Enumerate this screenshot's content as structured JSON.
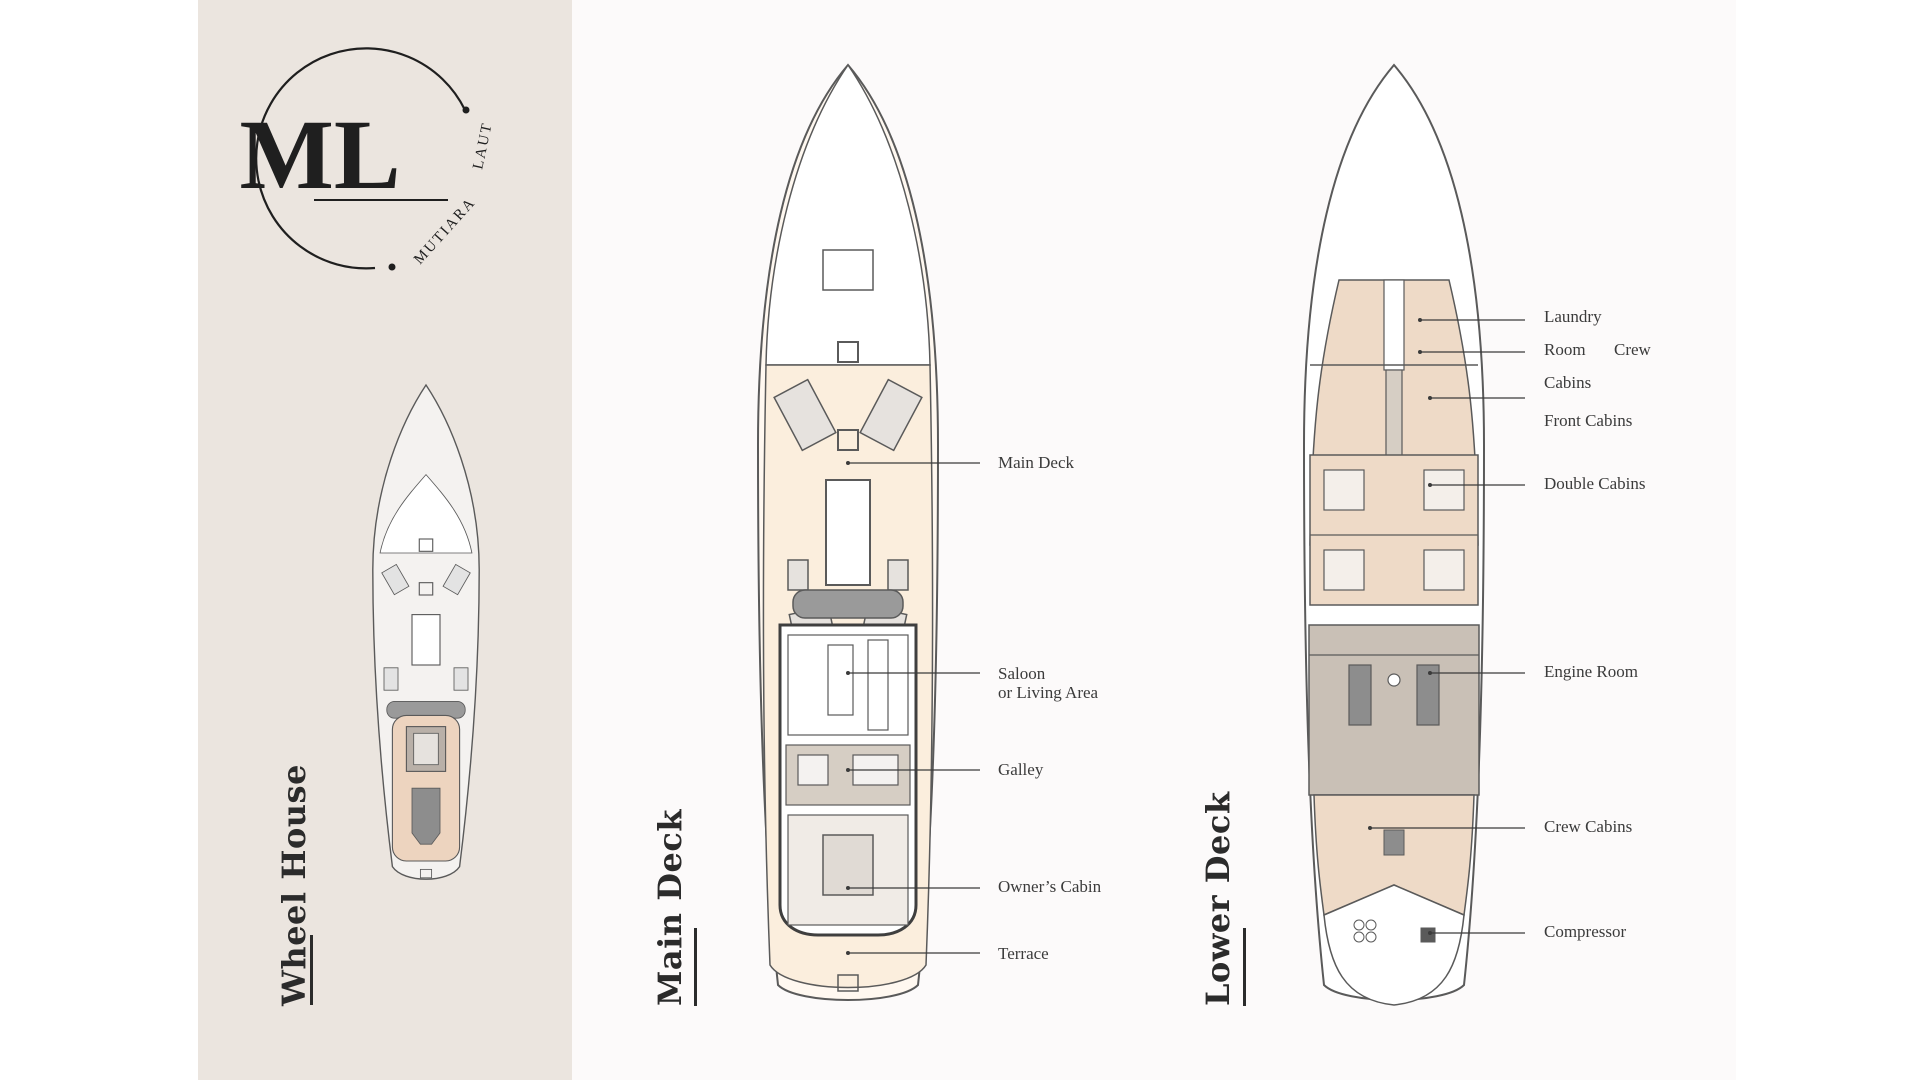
{
  "brand": {
    "monogram": "ML",
    "name_line1": "MUTIARA",
    "name_line2": "LAUT"
  },
  "colors": {
    "page_bg": "#fcfafa",
    "left_panel_bg": "#ebe5df",
    "deck_fill": "#fbeedd",
    "cabin_fill": "#eedac7",
    "engine_fill": "#d6cec4",
    "wheelhouse_fill": "#edd4bf",
    "line": "#5a5a5a",
    "text": "#2b2b2b"
  },
  "decks": {
    "wheel_house": {
      "title": "Wheel House"
    },
    "main_deck": {
      "title": "Main Deck",
      "labels": {
        "main_deck": "Main Deck",
        "saloon_line1": "Saloon",
        "saloon_line2": "or Living Area",
        "galley": "Galley",
        "owners_cabin": "Owner’s Cabin",
        "terrace": "Terrace"
      }
    },
    "lower_deck": {
      "title": "Lower Deck",
      "labels": {
        "laundry": "Laundry",
        "room": "Room",
        "crew": "Crew",
        "cabins": "Cabins",
        "front_cabins": "Front Cabins",
        "double_cabins": "Double Cabins",
        "engine_room": "Engine Room",
        "crew_cabins": "Crew Cabins",
        "compressor": "Compressor"
      }
    }
  }
}
